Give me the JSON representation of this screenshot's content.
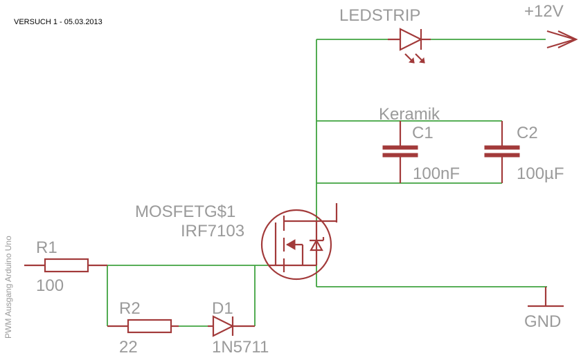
{
  "header": {
    "title": "VERSUCH 1 - 05.03.2013"
  },
  "side_label": "PWM Ausgang Arduino Uno",
  "components": {
    "led": {
      "name": "LEDSTRIP"
    },
    "supply": {
      "name": "+12V"
    },
    "cap_group": {
      "name": "Keramik"
    },
    "c1": {
      "name": "C1",
      "value": "100nF"
    },
    "c2": {
      "name": "C2",
      "value": "100µF"
    },
    "mosfet": {
      "name": "MOSFETG$1",
      "value": "IRF7103"
    },
    "r1": {
      "name": "R1",
      "value": "100"
    },
    "r2": {
      "name": "R2",
      "value": "22"
    },
    "d1": {
      "name": "D1",
      "value": "1N5711"
    },
    "gnd": {
      "name": "GND"
    }
  },
  "colors": {
    "wire": "#3fa33f",
    "part": "#a23a3a",
    "label": "#9a9a9a"
  }
}
